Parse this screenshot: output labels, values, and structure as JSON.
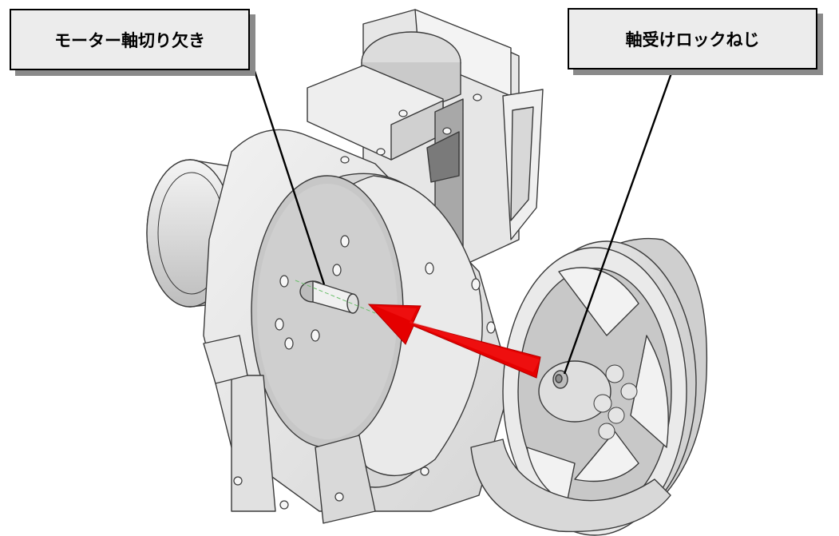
{
  "callouts": {
    "left": {
      "label": "モーター軸切り欠き"
    },
    "right": {
      "label": "軸受けロックねじ"
    }
  },
  "colors": {
    "arrow": "#e50000",
    "part_light": "#e7e7e7",
    "part_mid": "#cfcfcf",
    "part_dark": "#9a9a9a",
    "edge": "#3a3a3a",
    "callout_bg": "#ececec",
    "callout_shadow": "#8a8a8a"
  },
  "icons": {
    "arrow": "assembly-direction-arrow"
  }
}
